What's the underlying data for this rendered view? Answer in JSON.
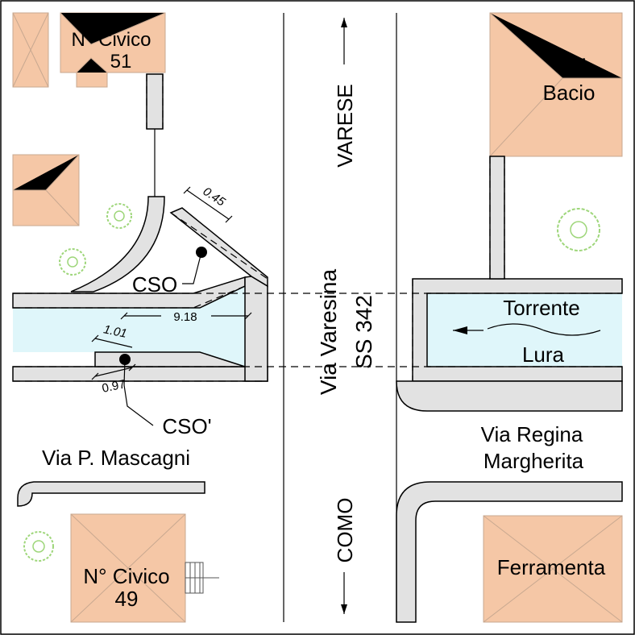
{
  "colors": {
    "building": "#f5c7a6",
    "water": "#dff6fa",
    "wall": "#e2e2e2",
    "tree": "#9ed67a"
  },
  "labels": {
    "building_51_line1": "N° Civico",
    "building_51_line2": "51",
    "building_49_line1": "N° Civico",
    "building_49_line2": "49",
    "bar_line1": "Bar",
    "bar_line2": "Bacio",
    "ferramenta": "Ferramenta",
    "direction_north": "VARESE",
    "direction_south": "COMO",
    "main_road_line1": "Via Varesina",
    "main_road_line2": "SS 342",
    "stream_line1": "Torrente",
    "stream_line2": "Lura",
    "street_west": "Via P. Mascagni",
    "street_east_line1": "Via Regina",
    "street_east_line2": "Margherita",
    "cso": "CSO",
    "cso_prime": "CSO'"
  },
  "dimensions": {
    "wall_thickness": "0.45",
    "channel_length": "9.18",
    "inner_width": "1.01",
    "outer_width": "0.97"
  },
  "icons": [
    "tree-symbol-icon",
    "flow-arrow-icon",
    "cso-point-icon",
    "north-arrow-icon",
    "south-arrow-icon"
  ]
}
